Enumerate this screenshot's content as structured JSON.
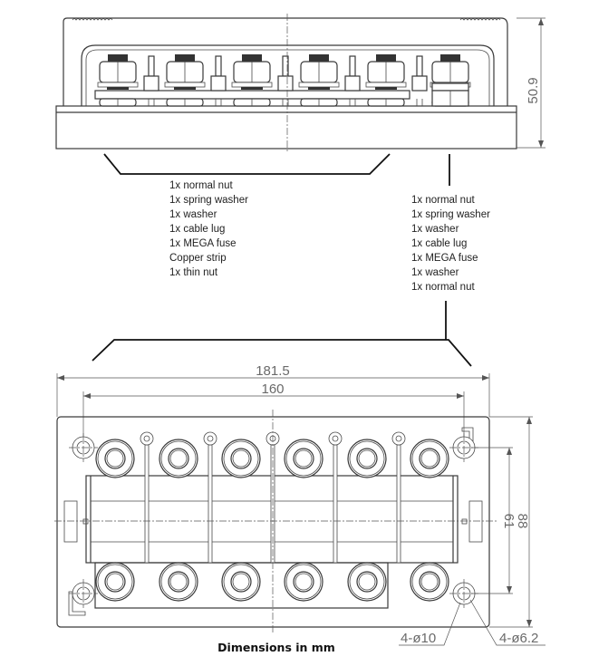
{
  "title": "Fuse block dimension drawing",
  "side_view": {
    "height_label": "50.9",
    "stud_count": 6
  },
  "top_view": {
    "overall_width_label": "181.5",
    "hole_spacing_width_label": "160",
    "hole_spacing_height_label": "61",
    "overall_height_label": "88",
    "outer_hole_label": "4-ø10",
    "inner_hole_label": "4-ø6.2",
    "studs_top_row": 6,
    "studs_bottom_row": 6
  },
  "callouts": {
    "left_group": {
      "items": [
        "1x normal nut",
        "1x spring washer",
        "1x washer",
        "1x cable lug",
        "1x MEGA fuse",
        "Copper strip",
        "1x thin nut"
      ]
    },
    "right_stud": {
      "items": [
        "1x normal nut",
        "1x spring washer",
        "1x washer",
        "1x cable lug",
        "1x MEGA fuse",
        "1x washer",
        "1x normal nut"
      ]
    }
  },
  "caption": "Dimensions in mm"
}
